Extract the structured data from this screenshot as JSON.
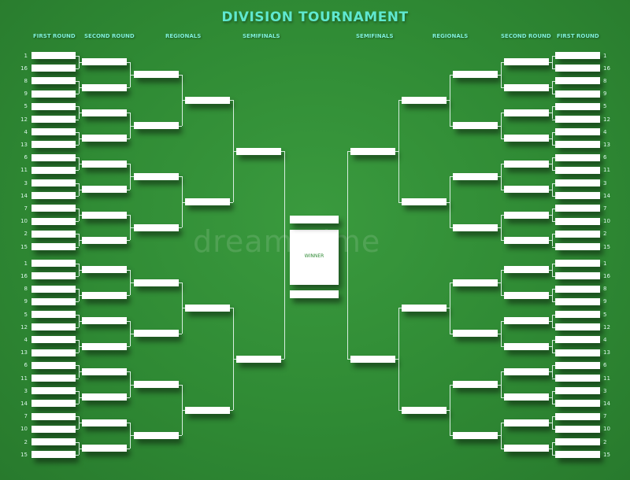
{
  "title": "DIVISION TOURNAMENT",
  "headers": {
    "left": [
      "FIRST ROUND",
      "SECOND ROUND",
      "REGIONALS",
      "SEMIFINALS"
    ],
    "right": [
      "SEMIFINALS",
      "REGIONALS",
      "SECOND ROUND",
      "FIRST ROUND"
    ]
  },
  "seeds": [
    "1",
    "16",
    "8",
    "9",
    "5",
    "12",
    "4",
    "13",
    "6",
    "11",
    "3",
    "14",
    "7",
    "10",
    "2",
    "15"
  ],
  "winner_label": "WINNER",
  "watermark": "dreamstime",
  "colors": {
    "background": "#2f8a34",
    "title": "#5fe8cf",
    "slot": "#ffffff",
    "connector": "#d8eee0"
  }
}
